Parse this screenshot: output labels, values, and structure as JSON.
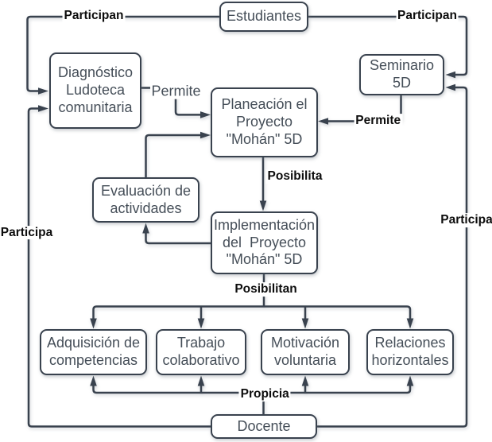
{
  "diagram": {
    "type": "flowchart",
    "background": "#ffffff",
    "colors": {
      "line": "#39424e",
      "box_border": "#39424e",
      "box_fill": "#ffffff",
      "box_text": "#454e58",
      "edge_label_text": "#0d0d0d"
    },
    "nodes": {
      "estudiantes": {
        "label": "Estudiantes"
      },
      "diagnostico": {
        "label": "Diagnóstico\nLudoteca\ncomunitaria"
      },
      "seminario": {
        "label": "Seminario\n5D"
      },
      "planeacion": {
        "label": "Planeación el\nProyecto\n\"Mohán\" 5D"
      },
      "evaluacion": {
        "label": "Evaluación de\nactividades"
      },
      "implementacion": {
        "label": "Implementación\ndel  Proyecto\n\"Mohán\" 5D"
      },
      "adquisicion": {
        "label": "Adquisición de\ncompetencias"
      },
      "trabajo": {
        "label": "Trabajo\ncolaborativo"
      },
      "motivacion": {
        "label": "Motivación\nvoluntaria"
      },
      "relaciones": {
        "label": "Relaciones\nhorizontales"
      },
      "docente": {
        "label": "Docente"
      }
    },
    "edge_labels": {
      "participan_left": "Participan",
      "participan_right": "Participan",
      "participa_left": "Participa",
      "participa_right": "Participa",
      "permite_left": "Permite",
      "permite_right": "Permite",
      "posibilita": "Posibilita",
      "posibilitan": "Posibilitan",
      "propicia": "Propicia"
    }
  }
}
